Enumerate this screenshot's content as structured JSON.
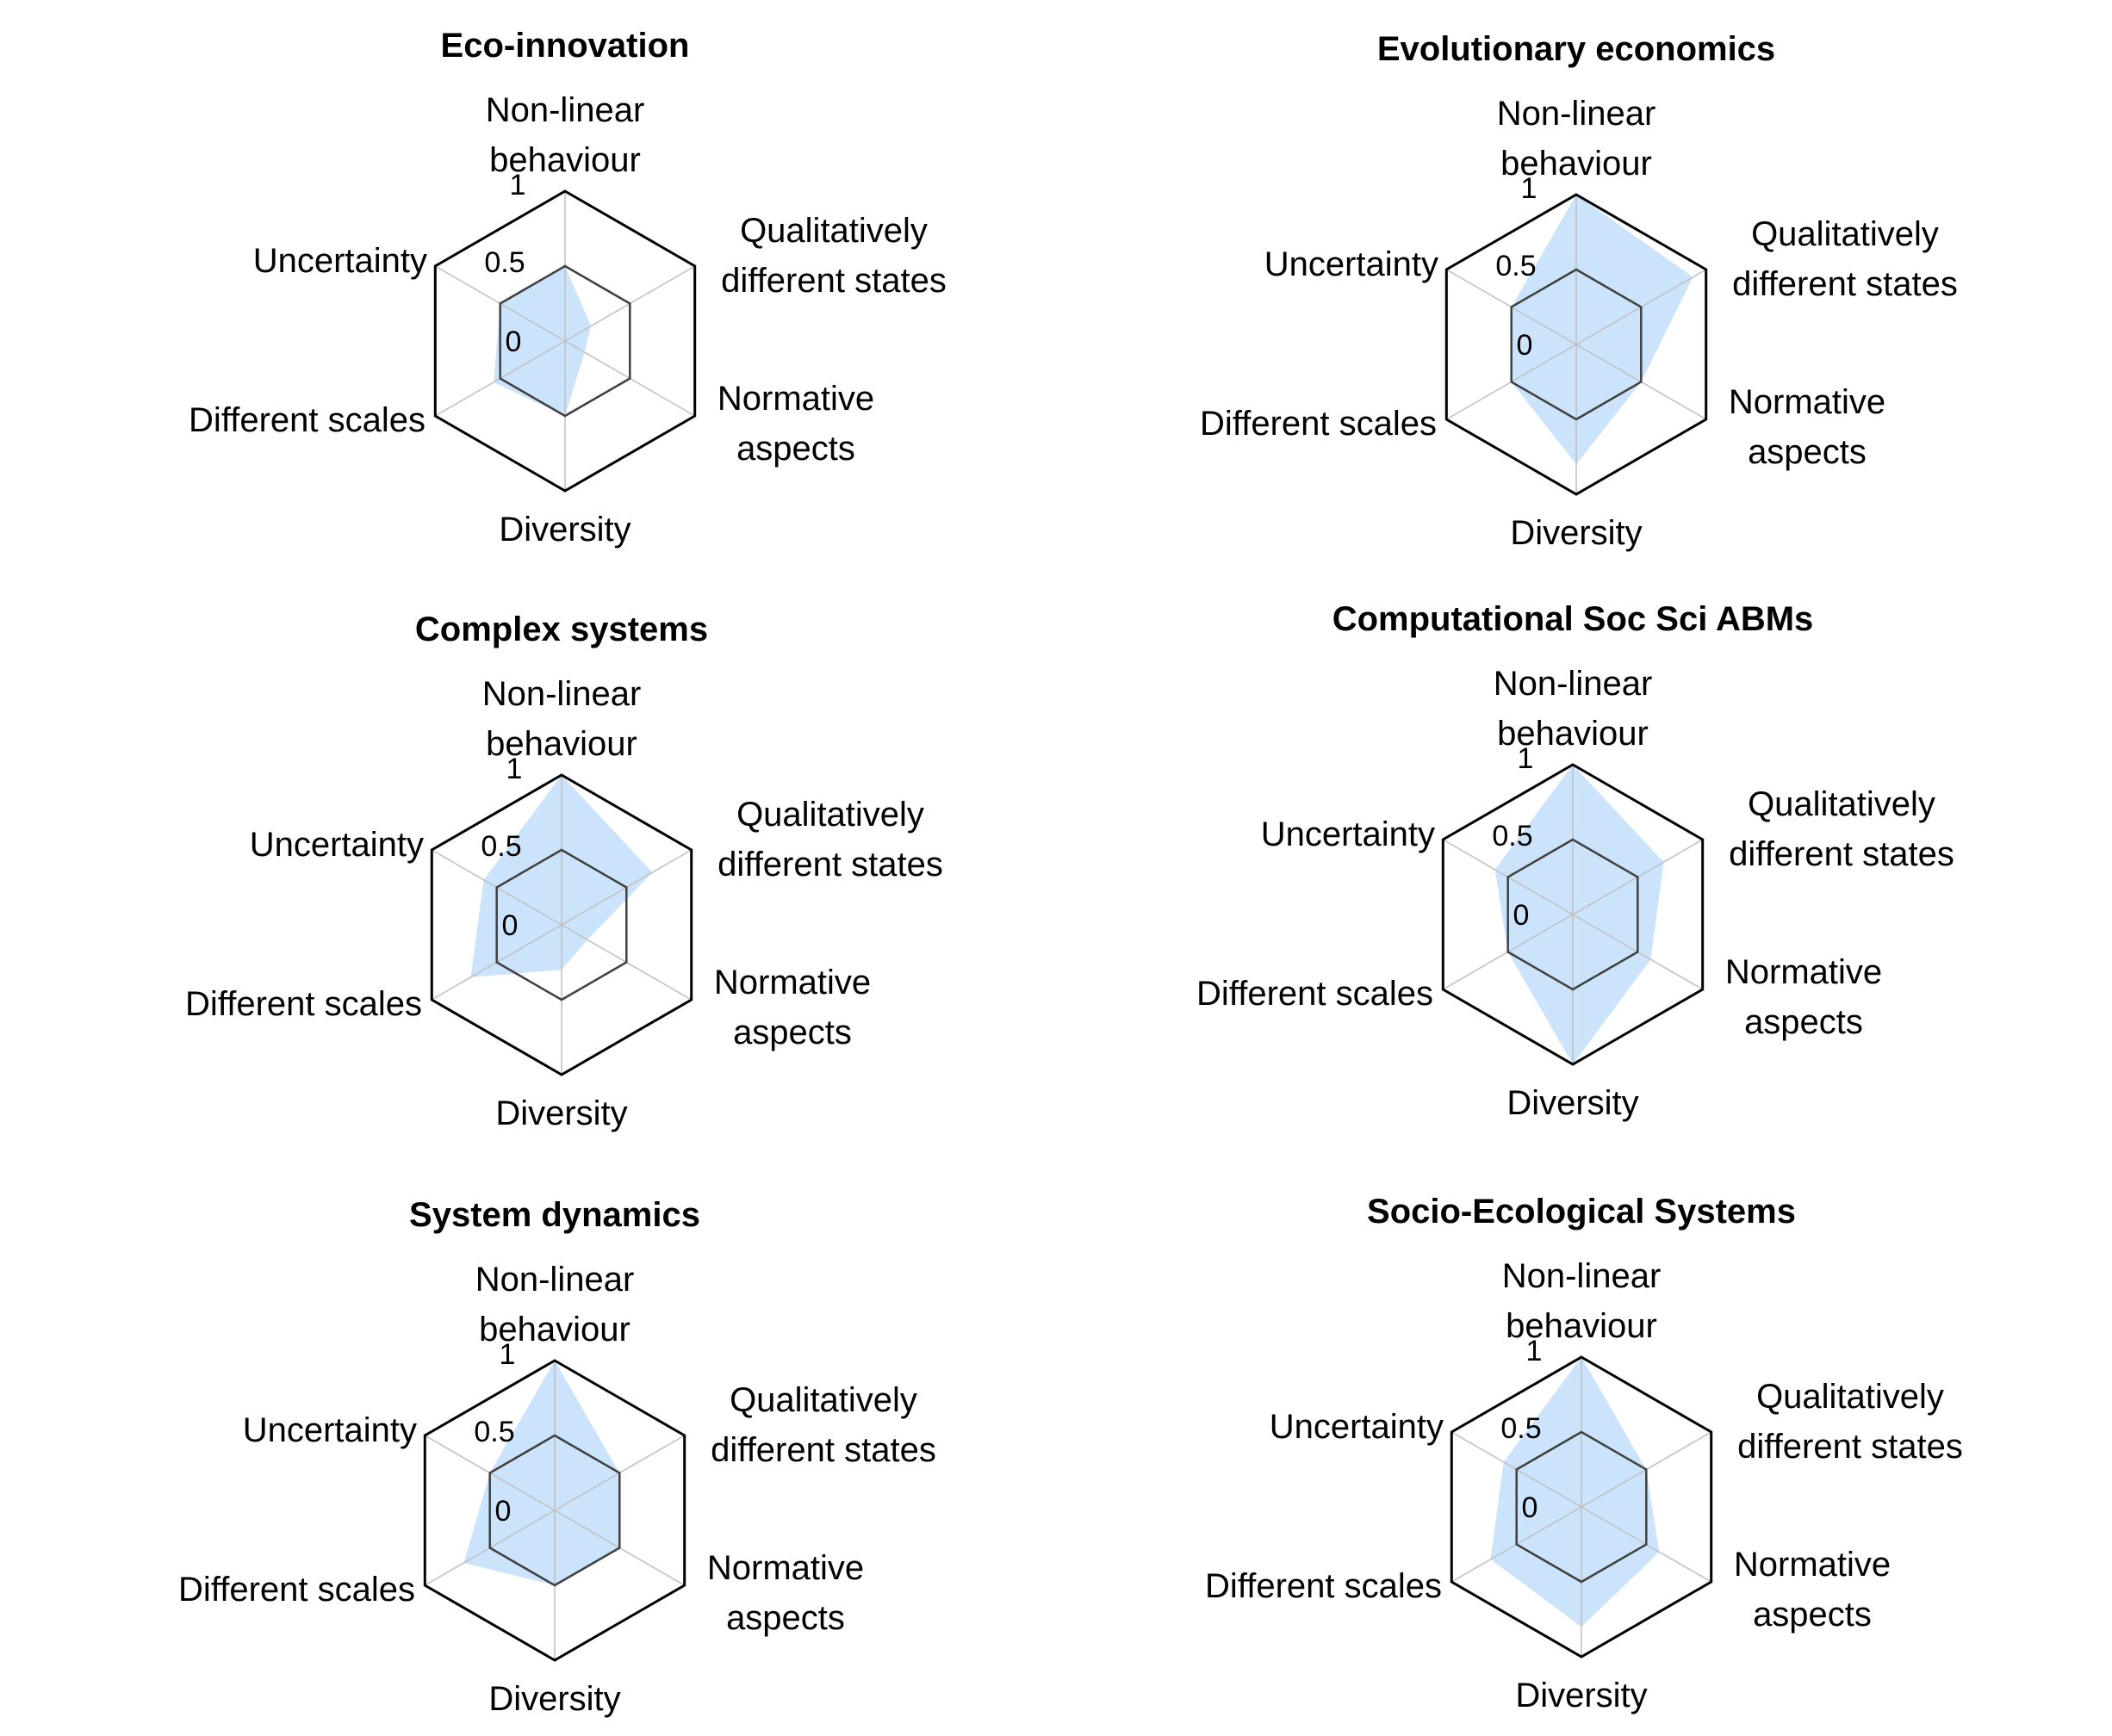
{
  "chart_data": [
    {
      "type": "radar",
      "title": "Eco-innovation",
      "axes": [
        "Non-linear behaviour",
        "Qualitatively different states",
        "Normative aspects",
        "Diversity",
        "Different scales",
        "Uncertainty"
      ],
      "axis_label_lines": [
        [
          "Non-linear",
          "behaviour"
        ],
        [
          "Qualitatively",
          "different states"
        ],
        [
          "Normative",
          "aspects"
        ],
        [
          "Diversity"
        ],
        [
          "Different scales"
        ],
        [
          "Uncertainty"
        ]
      ],
      "ticks": [
        "0",
        "0.5",
        "1"
      ],
      "rlim": [
        0,
        1
      ],
      "values": [
        0.5,
        0.2,
        0.15,
        0.5,
        0.55,
        0.5
      ],
      "fill_color": "#cce4fb"
    },
    {
      "type": "radar",
      "title": "Evolutionary economics",
      "axes": [
        "Non-linear behaviour",
        "Qualitatively different states",
        "Normative aspects",
        "Diversity",
        "Different scales",
        "Uncertainty"
      ],
      "axis_label_lines": [
        [
          "Non-linear",
          "behaviour"
        ],
        [
          "Qualitatively",
          "different states"
        ],
        [
          "Normative",
          "aspects"
        ],
        [
          "Diversity"
        ],
        [
          "Different scales"
        ],
        [
          "Uncertainty"
        ]
      ],
      "ticks": [
        "0",
        "0.5",
        "1"
      ],
      "rlim": [
        0,
        1
      ],
      "values": [
        1.0,
        0.9,
        0.5,
        0.8,
        0.5,
        0.5
      ],
      "fill_color": "#cce4fb"
    },
    {
      "type": "radar",
      "title": "Complex systems",
      "axes": [
        "Non-linear behaviour",
        "Qualitatively different states",
        "Normative aspects",
        "Diversity",
        "Different scales",
        "Uncertainty"
      ],
      "axis_label_lines": [
        [
          "Non-linear",
          "behaviour"
        ],
        [
          "Qualitatively",
          "different states"
        ],
        [
          "Normative",
          "aspects"
        ],
        [
          "Diversity"
        ],
        [
          "Different scales"
        ],
        [
          "Uncertainty"
        ]
      ],
      "ticks": [
        "0",
        "0.5",
        "1"
      ],
      "rlim": [
        0,
        1
      ],
      "values": [
        1.0,
        0.7,
        0.2,
        0.3,
        0.7,
        0.6
      ],
      "fill_color": "#cce4fb"
    },
    {
      "type": "radar",
      "title": "Computational Soc Sci ABMs",
      "axes": [
        "Non-linear behaviour",
        "Qualitatively different states",
        "Normative aspects",
        "Diversity",
        "Different scales",
        "Uncertainty"
      ],
      "axis_label_lines": [
        [
          "Non-linear",
          "behaviour"
        ],
        [
          "Qualitatively",
          "different states"
        ],
        [
          "Normative",
          "aspects"
        ],
        [
          "Diversity"
        ],
        [
          "Different scales"
        ],
        [
          "Uncertainty"
        ]
      ],
      "ticks": [
        "0",
        "0.5",
        "1"
      ],
      "rlim": [
        0,
        1
      ],
      "values": [
        1.0,
        0.7,
        0.6,
        1.0,
        0.5,
        0.6
      ],
      "fill_color": "#cce4fb"
    },
    {
      "type": "radar",
      "title": "System dynamics",
      "axes": [
        "Non-linear behaviour",
        "Qualitatively different states",
        "Normative aspects",
        "Diversity",
        "Different scales",
        "Uncertainty"
      ],
      "axis_label_lines": [
        [
          "Non-linear",
          "behaviour"
        ],
        [
          "Qualitatively",
          "different states"
        ],
        [
          "Normative",
          "aspects"
        ],
        [
          "Diversity"
        ],
        [
          "Different scales"
        ],
        [
          "Uncertainty"
        ]
      ],
      "ticks": [
        "0",
        "0.5",
        "1"
      ],
      "rlim": [
        0,
        1
      ],
      "values": [
        1.0,
        0.5,
        0.5,
        0.5,
        0.7,
        0.5
      ],
      "fill_color": "#cce4fb"
    },
    {
      "type": "radar",
      "title": "Socio-Ecological Systems",
      "axes": [
        "Non-linear behaviour",
        "Qualitatively different states",
        "Normative aspects",
        "Diversity",
        "Different scales",
        "Uncertainty"
      ],
      "axis_label_lines": [
        [
          "Non-linear",
          "behaviour"
        ],
        [
          "Qualitatively",
          "different states"
        ],
        [
          "Normative",
          "aspects"
        ],
        [
          "Diversity"
        ],
        [
          "Different scales"
        ],
        [
          "Uncertainty"
        ]
      ],
      "ticks": [
        "0",
        "0.5",
        "1"
      ],
      "rlim": [
        0,
        1
      ],
      "values": [
        1.0,
        0.5,
        0.6,
        0.8,
        0.7,
        0.6
      ],
      "fill_color": "#cce4fb"
    }
  ]
}
